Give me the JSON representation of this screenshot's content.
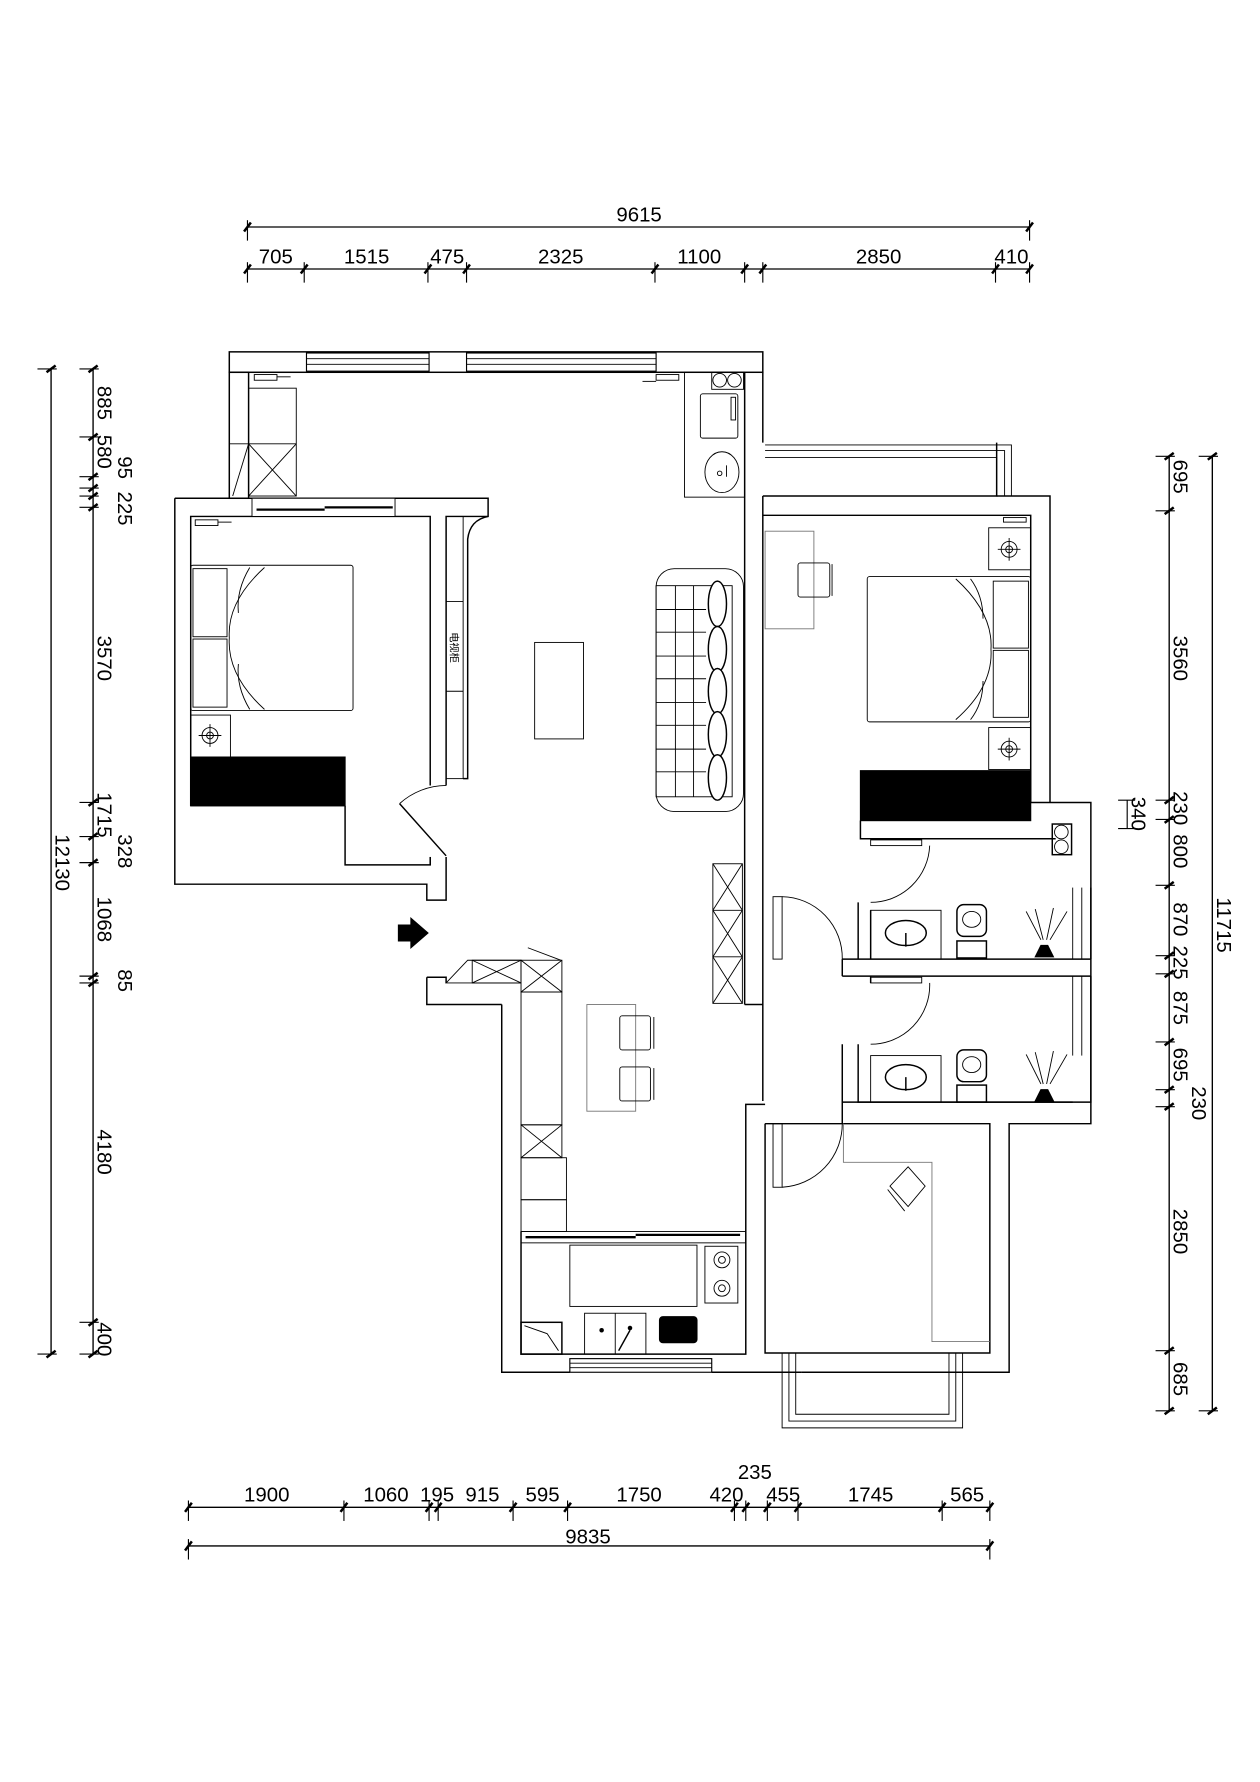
{
  "dimensions": {
    "top_total": "9615",
    "top": [
      "705",
      "1515",
      "475",
      "2325",
      "1100",
      "2850",
      "410"
    ],
    "bottom_total": "9835",
    "bottom": [
      "1900",
      "1060",
      "195",
      "915",
      "595",
      "1750",
      "420",
      "235",
      "455",
      "1745",
      "565"
    ],
    "left_total": "12130",
    "left": [
      "885",
      "580",
      "95",
      "225",
      "3570",
      "1715",
      "328",
      "1068",
      "85",
      "4180",
      "400"
    ],
    "right_total": "11715",
    "right": [
      "695",
      "3560",
      "230",
      "800",
      "870",
      "225",
      "875",
      "695",
      "230",
      "2850",
      "685"
    ],
    "right_extra": "340"
  },
  "labels": {
    "tv_cabinet": "电视柜"
  },
  "icons": {
    "entrance": "entrance-arrow-icon"
  }
}
